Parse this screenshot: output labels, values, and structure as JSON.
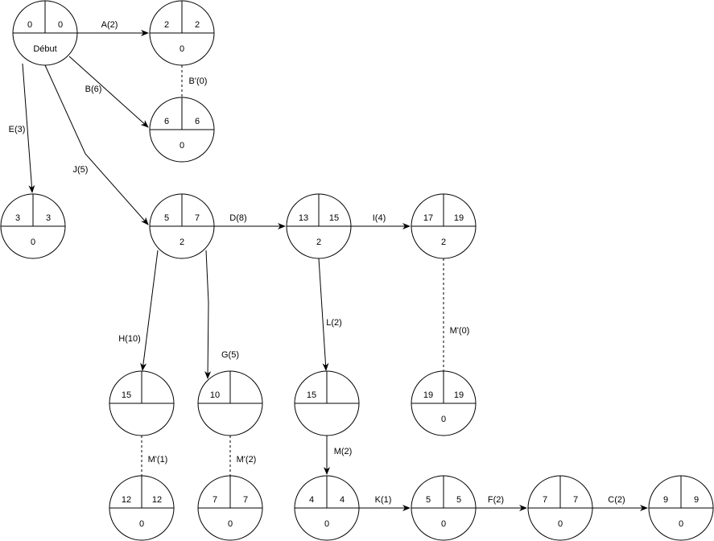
{
  "nodes": [
    {
      "id": "n_debut",
      "tl": "0",
      "tr": "0",
      "bottom": "Début"
    },
    {
      "id": "n_a",
      "tl": "2",
      "tr": "2",
      "bottom": "0"
    },
    {
      "id": "n_b",
      "tl": "6",
      "tr": "6",
      "bottom": "0"
    },
    {
      "id": "n_e",
      "tl": "3",
      "tr": "3",
      "bottom": "0"
    },
    {
      "id": "n_j",
      "tl": "5",
      "tr": "7",
      "bottom": "2"
    },
    {
      "id": "n_d",
      "tl": "13",
      "tr": "15",
      "bottom": "2"
    },
    {
      "id": "n_i",
      "tl": "17",
      "tr": "19",
      "bottom": "2"
    },
    {
      "id": "n_h",
      "tl": "15",
      "tr": "",
      "bottom": ""
    },
    {
      "id": "n_g",
      "tl": "10",
      "tr": "",
      "bottom": ""
    },
    {
      "id": "n_l",
      "tl": "15",
      "tr": "",
      "bottom": ""
    },
    {
      "id": "n_m0",
      "tl": "19",
      "tr": "19",
      "bottom": "0"
    },
    {
      "id": "n_m1",
      "tl": "12",
      "tr": "12",
      "bottom": "0"
    },
    {
      "id": "n_m2",
      "tl": "7",
      "tr": "7",
      "bottom": "0"
    },
    {
      "id": "n_m",
      "tl": "4",
      "tr": "4",
      "bottom": "0"
    },
    {
      "id": "n_k",
      "tl": "5",
      "tr": "5",
      "bottom": "0"
    },
    {
      "id": "n_f",
      "tl": "7",
      "tr": "7",
      "bottom": "0"
    },
    {
      "id": "n_c",
      "tl": "9",
      "tr": "9",
      "bottom": "0"
    }
  ],
  "edges": [
    {
      "id": "e_a",
      "label": "A(2)",
      "dashed": false
    },
    {
      "id": "e_b",
      "label": "B(6)",
      "dashed": false
    },
    {
      "id": "e_bp",
      "label": "B'(0)",
      "dashed": true
    },
    {
      "id": "e_e",
      "label": "E(3)",
      "dashed": false
    },
    {
      "id": "e_j",
      "label": "J(5)",
      "dashed": false
    },
    {
      "id": "e_d",
      "label": "D(8)",
      "dashed": false
    },
    {
      "id": "e_i",
      "label": "I(4)",
      "dashed": false
    },
    {
      "id": "e_h",
      "label": "H(10)",
      "dashed": false
    },
    {
      "id": "e_g",
      "label": "G(5)",
      "dashed": false
    },
    {
      "id": "e_l",
      "label": "L(2)",
      "dashed": false
    },
    {
      "id": "e_mp0",
      "label": "M'(0)",
      "dashed": true
    },
    {
      "id": "e_mp1",
      "label": "M'(1)",
      "dashed": true
    },
    {
      "id": "e_mp2",
      "label": "M'(2)",
      "dashed": true
    },
    {
      "id": "e_m",
      "label": "M(2)",
      "dashed": false
    },
    {
      "id": "e_k",
      "label": "K(1)",
      "dashed": false
    },
    {
      "id": "e_f",
      "label": "F(2)",
      "dashed": false
    },
    {
      "id": "e_c",
      "label": "C(2)",
      "dashed": false
    }
  ]
}
